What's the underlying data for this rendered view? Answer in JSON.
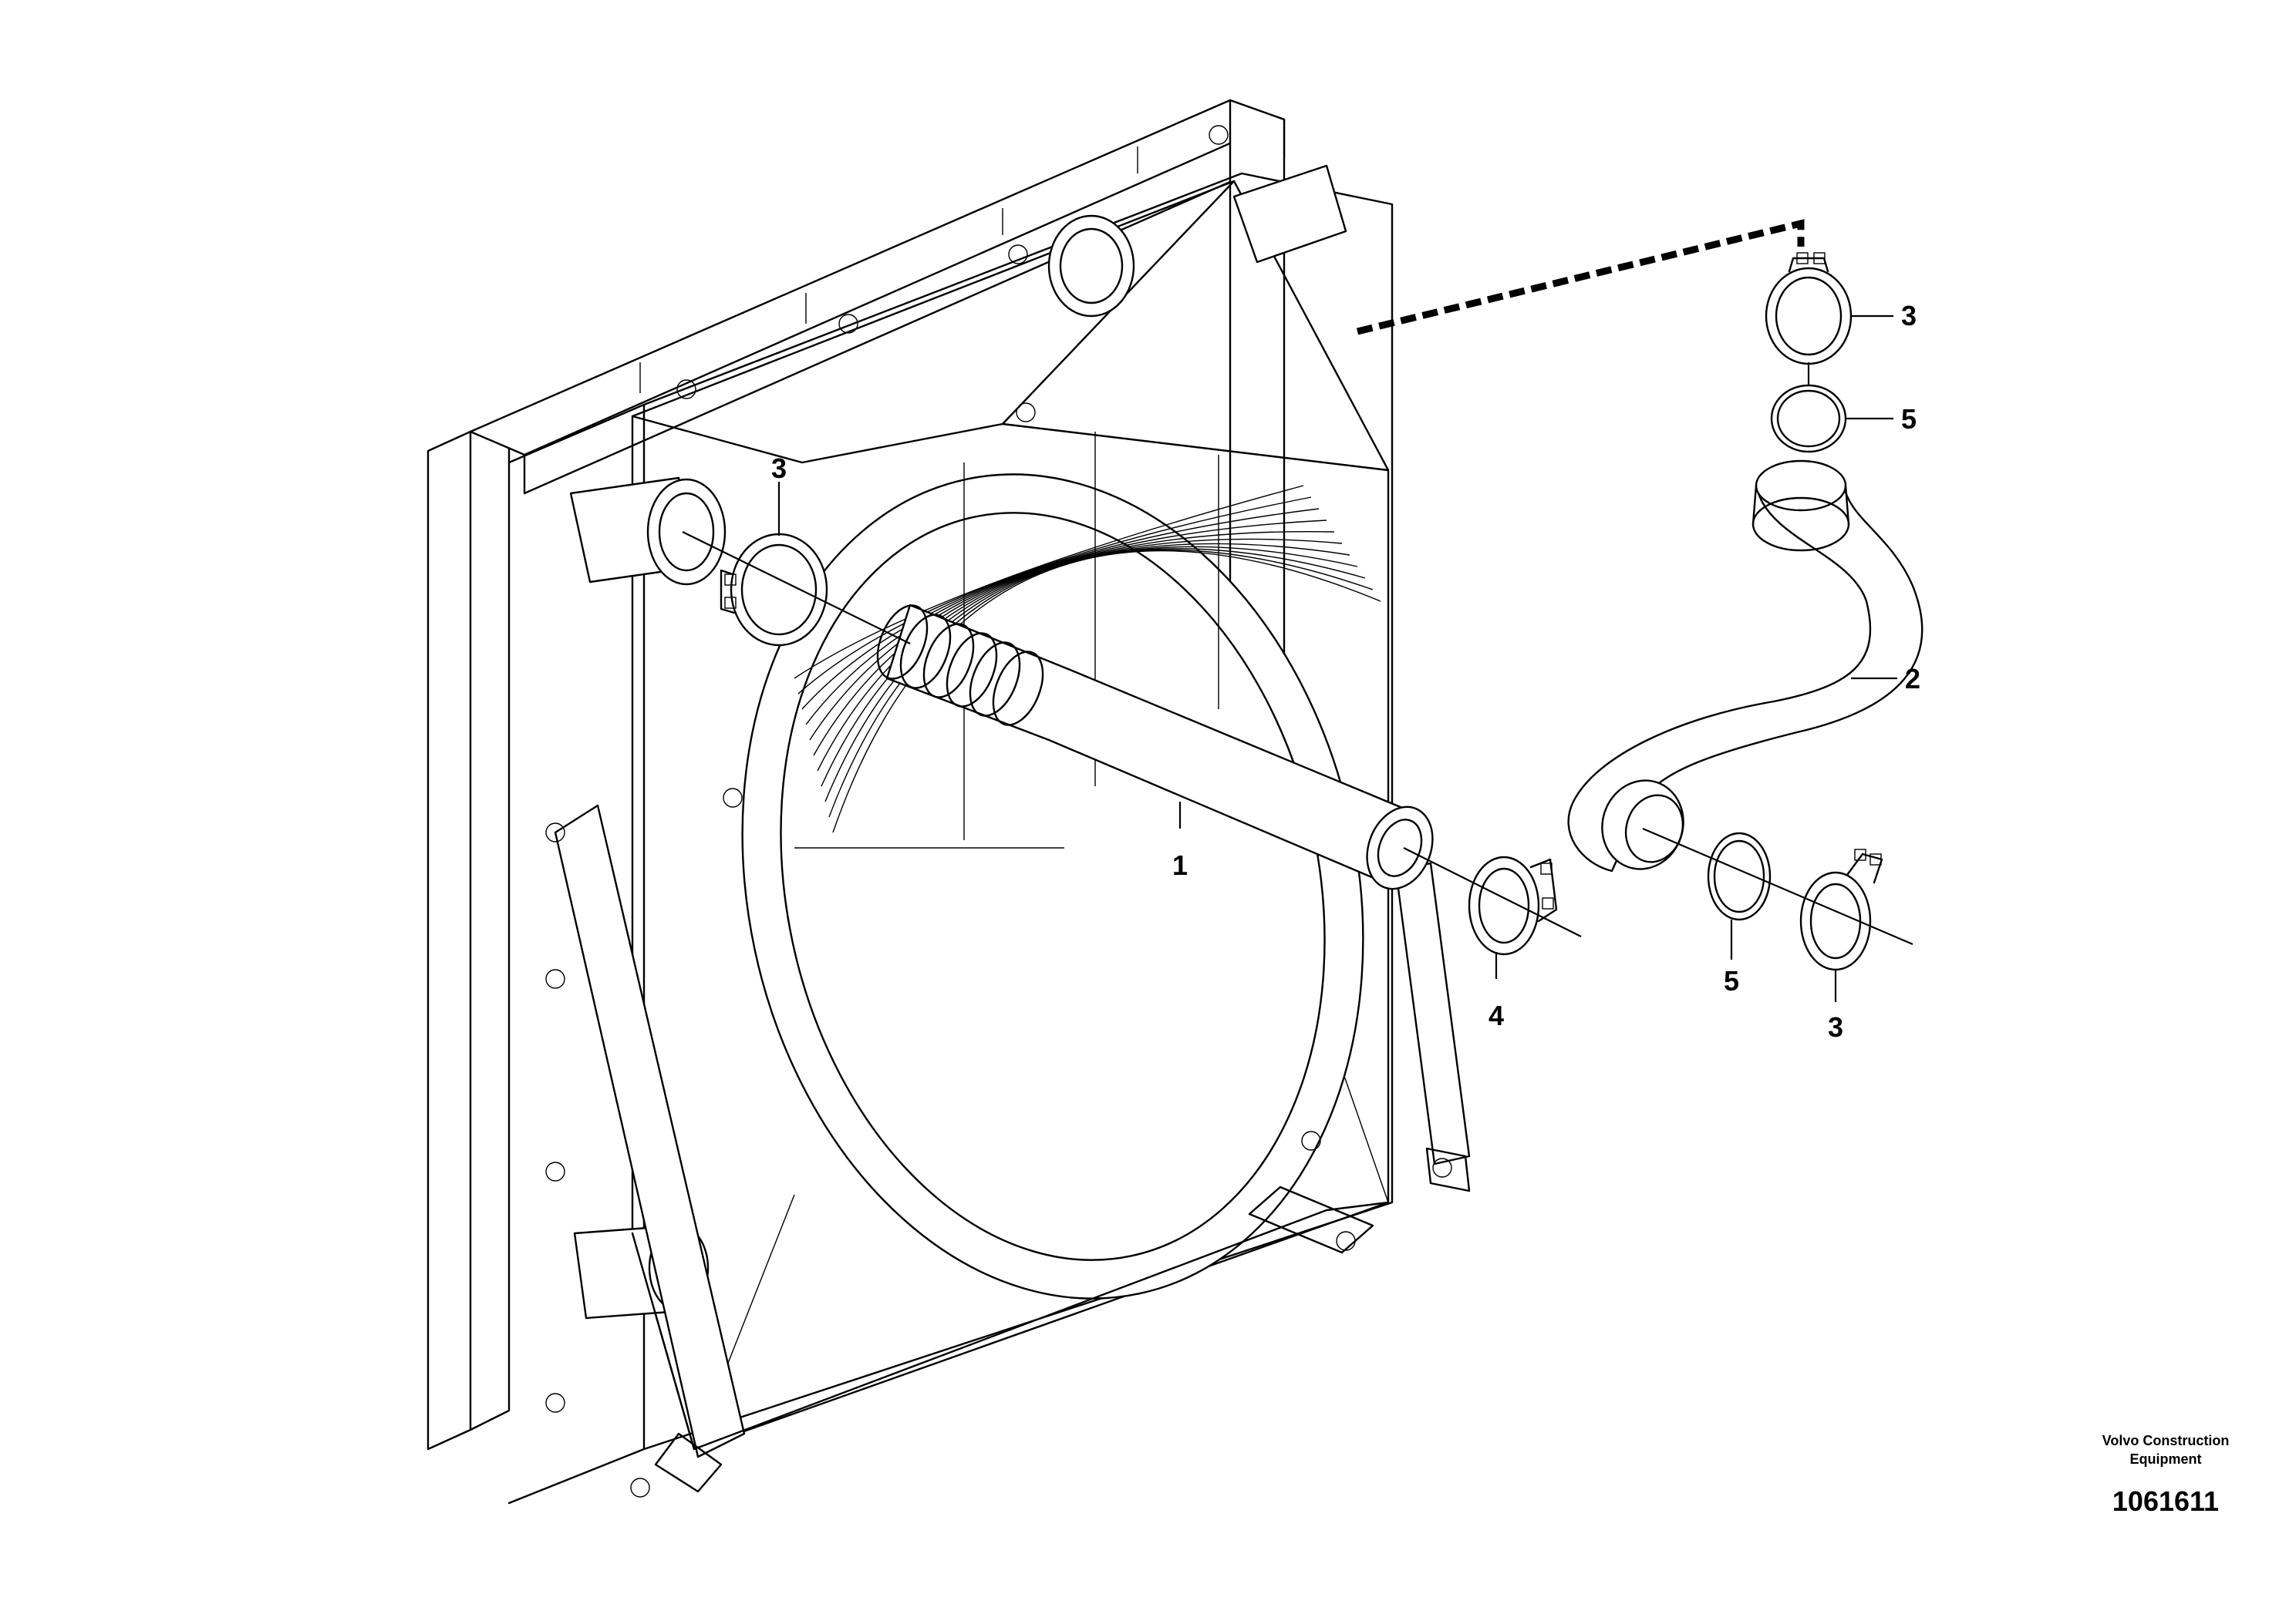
{
  "callouts": [
    {
      "id": "c1",
      "label": "1"
    },
    {
      "id": "c2",
      "label": "2"
    },
    {
      "id": "c3a",
      "label": "3"
    },
    {
      "id": "c3b",
      "label": "3"
    },
    {
      "id": "c3c",
      "label": "3"
    },
    {
      "id": "c4",
      "label": "4"
    },
    {
      "id": "c5a",
      "label": "5"
    },
    {
      "id": "c5b",
      "label": "5"
    }
  ],
  "caption": {
    "line1": "Volvo Construction",
    "line2": "Equipment",
    "drawing_number": "1061611"
  }
}
